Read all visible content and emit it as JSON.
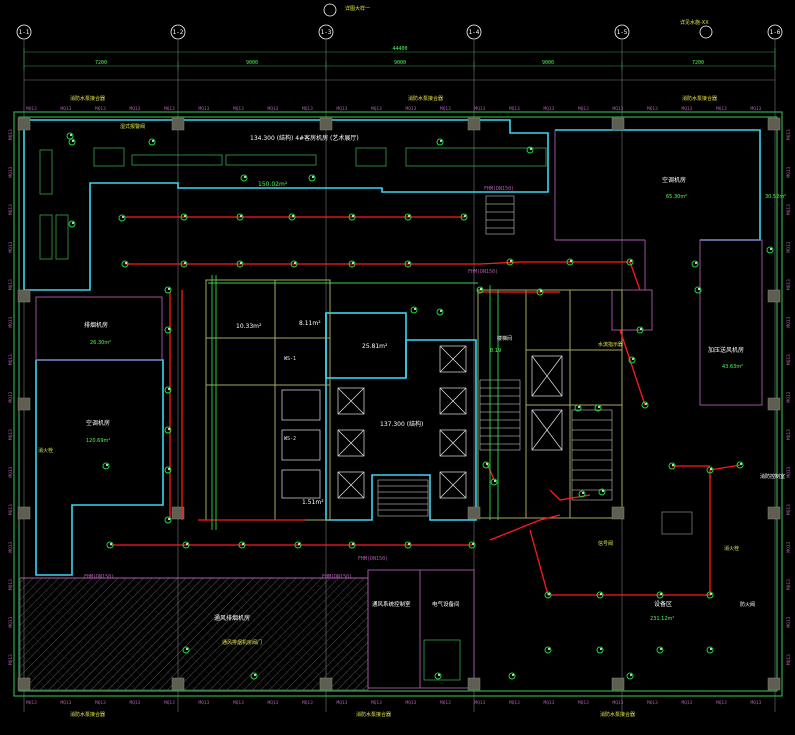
{
  "colors": {
    "background": "#000000",
    "wall_outline": "#3ad6f0",
    "exterior_wall": "#2fa84a",
    "grid_line": "#7a7a7a",
    "axis_circle": "#ffffff",
    "sprinkler_pipe": "#ff1a1a",
    "sprinkler_head": "#1fd63a",
    "partition": "#b05ab0",
    "column_fill": "#6a6a5a",
    "text_white": "#ffffff",
    "text_green": "#4cff4c",
    "text_yellow": "#e6e64c",
    "hatch": "#7a7a7a"
  },
  "axes": {
    "top": [
      "1-1",
      "1-2",
      "1-3",
      "1-4",
      "1-5",
      "1-6"
    ],
    "top_note_a": "详图大样一",
    "top_note_b": "详见水施-XX"
  },
  "dims": {
    "total": "44400",
    "bays": [
      "7200",
      "9000",
      "9000",
      "9000",
      "7200"
    ]
  },
  "rooms": {
    "office_label": "134.300 (结构) 4#客房机房 (艺术展厅)",
    "office_area": "150.02m²",
    "ac_room_ne": "空调机房",
    "ac_room_ne_area": "65.30m²",
    "ac_room_ne2": "30.52m²",
    "ac_room_w": "空调机房",
    "ac_room_w_area": "120.69m²",
    "fan_room": "排烟机房",
    "fan_room_area": "26.30m²",
    "elevator_lobby": "137.300 (结构)",
    "room_a": "10.33m²",
    "room_b": "8.11m²",
    "room_c": "25.81m²",
    "room_d": "1.51m²",
    "room_e": "8.19",
    "stair_label": "楼梯间",
    "equip_room": "加压送风机房",
    "equip_room_area": "43.63m²",
    "open_area": "设备区",
    "open_area_area": "231.12m²",
    "sw_hatched": "通风排烟机房",
    "sw_hatched_note": "通风排烟机房阀门",
    "south_room_a": "通风系统控制室",
    "south_room_b": "电气设备间",
    "east_note": "消防控制室",
    "east_note_b": "防火阀"
  },
  "pipes": {
    "fhm_1": "FHM(DN150)",
    "fhm_2": "FHM(DN150)",
    "fhm_3": "FHM(DN150)",
    "fhm_4": "FHM(DN150)",
    "fhm_5": "FHM(DN150)",
    "ws_1": "WS-1",
    "ws_2": "WS-2"
  },
  "wall_tags": {
    "top_row": [
      "MQ13",
      "MQ13",
      "MQ13",
      "MQ13",
      "MQ13",
      "MQ13",
      "MQ13",
      "MQ13",
      "MQ13",
      "MQ13",
      "MQ13",
      "MQ13",
      "MQ13",
      "MQ13",
      "MQ13",
      "MQ13",
      "MQ13",
      "MQ13",
      "MQ13",
      "MQ13",
      "MQ13",
      "MQ13"
    ],
    "bottom_row": [
      "MQ13",
      "MQ13",
      "MQ13",
      "MQ13",
      "MQ13",
      "MQ13",
      "MQ13",
      "MQ13",
      "MQ13",
      "MQ13",
      "MQ13",
      "MQ13",
      "MQ13",
      "MQ13",
      "MQ13",
      "MQ13",
      "MQ13",
      "MQ13",
      "MQ13",
      "MQ13",
      "MQ13",
      "MQ13"
    ],
    "left_col": [
      "MQ13",
      "MQ13",
      "MQ13",
      "MQ13",
      "MQ13",
      "MQ13",
      "MQ13",
      "MQ13",
      "MQ13",
      "MQ13",
      "MQ13",
      "MQ13",
      "MQ13",
      "MQ13",
      "MQ13"
    ],
    "right_col": [
      "MQ13",
      "MQ13",
      "MQ13",
      "MQ13",
      "MQ13",
      "MQ13",
      "MQ13",
      "MQ13",
      "MQ13",
      "MQ13",
      "MQ13",
      "MQ13",
      "MQ13",
      "MQ13",
      "MQ13"
    ]
  },
  "notes": {
    "n_top_left": "消防水泵接合器",
    "n_top_mid": "消防水泵接合器",
    "n_top_right": "消防水泵接合器",
    "n_bottom_left": "消防水泵接合器",
    "n_bottom_mid": "消防水泵接合器",
    "n_bottom_right": "消防水泵接合器",
    "n_left": "消火栓",
    "n_right": "消火栓",
    "n_center": "湿式报警阀",
    "n_core": "水流指示器",
    "n_core2": "信号阀"
  }
}
